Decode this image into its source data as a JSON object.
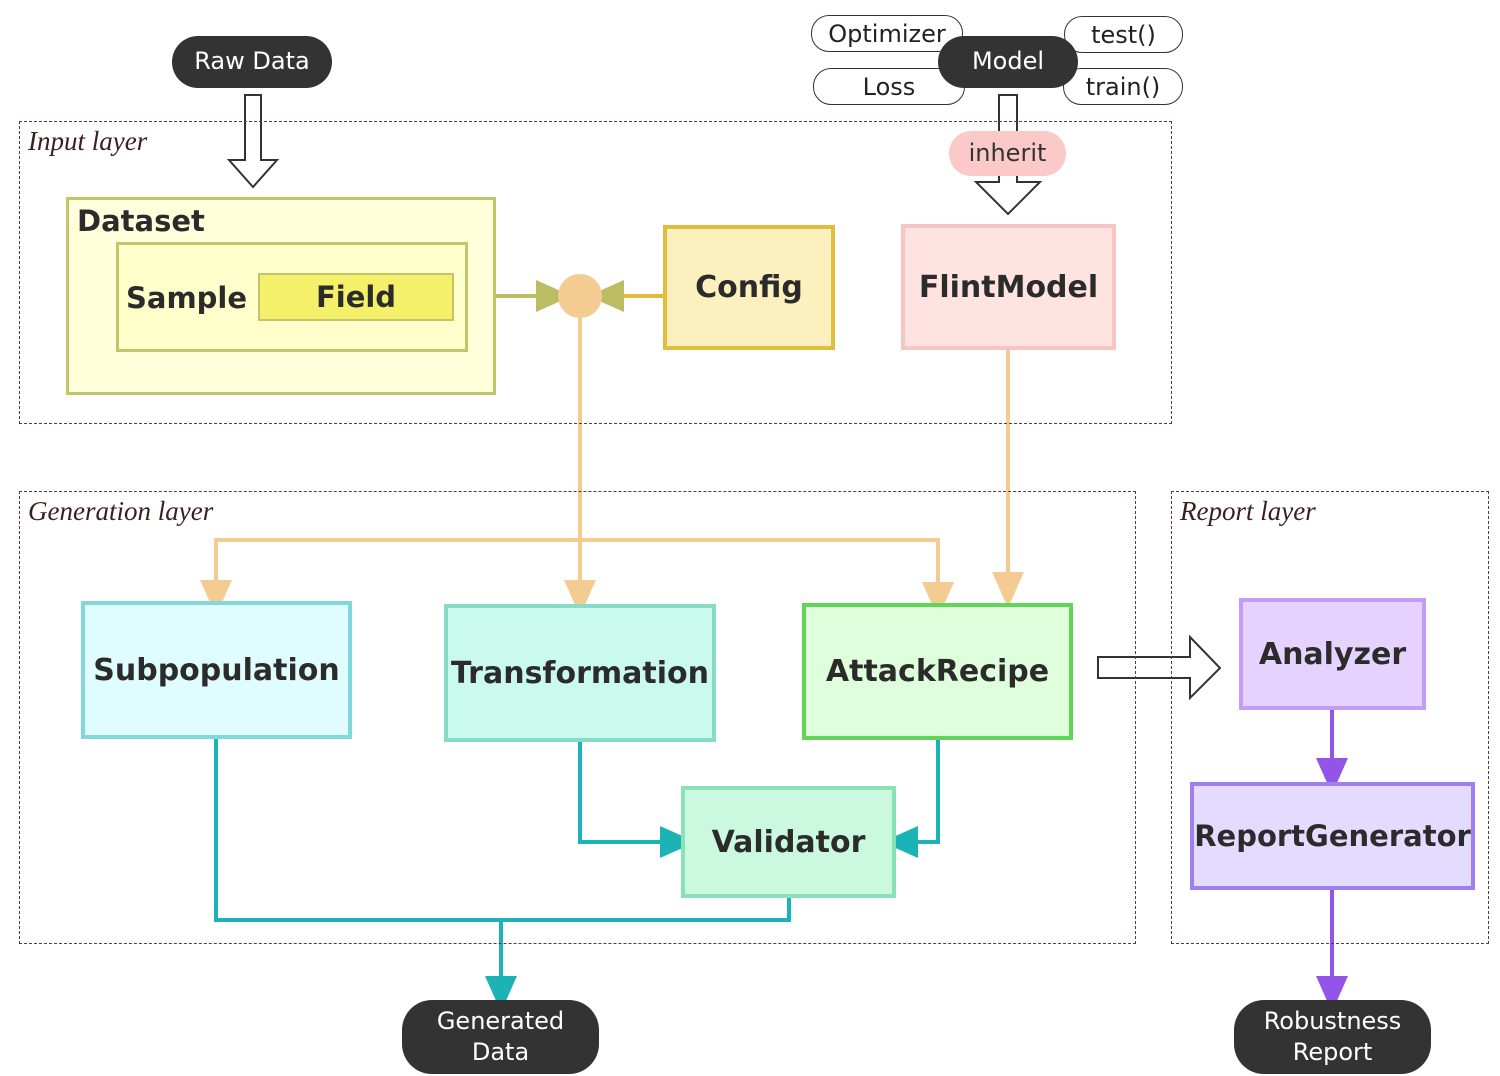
{
  "layers": {
    "input": "Input layer",
    "generation": "Generation layer",
    "report": "Report layer"
  },
  "terminals": {
    "raw_data": "Raw Data",
    "generated_data_line1": "Generated",
    "generated_data_line2": "Data",
    "robustness_report_line1": "Robustness",
    "robustness_report_line2": "Report"
  },
  "model_group": {
    "model": "Model",
    "optimizer": "Optimizer",
    "loss": "Loss",
    "test": "test()",
    "train": "train()",
    "inherit": "inherit"
  },
  "input_components": {
    "dataset": "Dataset",
    "sample": "Sample",
    "field": "Field",
    "config": "Config",
    "flint_model": "FlintModel"
  },
  "generation_components": {
    "subpopulation": "Subpopulation",
    "transformation": "Transformation",
    "attack_recipe": "AttackRecipe",
    "validator": "Validator"
  },
  "report_components": {
    "analyzer": "Analyzer",
    "report_generator": "ReportGenerator"
  },
  "colors": {
    "dataset_fill": "#ffffdc",
    "dataset_border": "#c4c46a",
    "field_fill": "#f5f06a",
    "config_fill": "#fdf0bf",
    "config_border": "#e0bd3a",
    "flint_fill": "#ffe3e0",
    "flint_border": "#f8c6c2",
    "inherit_fill": "#fbc9c7",
    "subpop_fill": "#dffcff",
    "subpop_border": "#80d8dc",
    "transform_fill": "#caf9ee",
    "transform_border": "#87dcc8",
    "attack_fill": "#dfffdc",
    "attack_border": "#5fd65a",
    "validator_fill": "#cbf9df",
    "validator_border": "#89e2b6",
    "analyzer_fill": "#e6d2ff",
    "analyzer_border": "#c29cf5",
    "report_gen_fill": "#e3dcff",
    "report_gen_border": "#a07ef0",
    "orange_wire": "#f4cb90",
    "teal_wire": "#1bb3b6",
    "purple_wire": "#9355e8",
    "olive_wire": "#bcbc62"
  }
}
